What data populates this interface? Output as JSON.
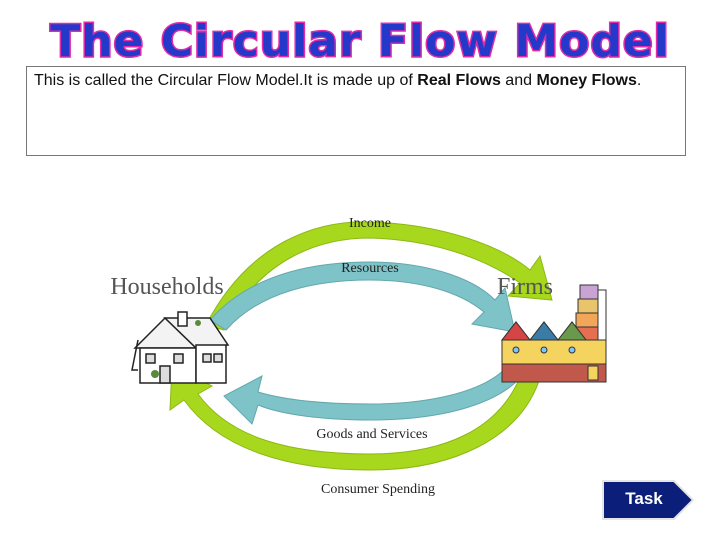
{
  "title": "The Circular Flow Model",
  "description": {
    "before": "This is called the Circular Flow Model.It is made up of ",
    "term1": "Real Flows",
    "middle": " and ",
    "term2": "Money Flows",
    "after": "."
  },
  "diagram": {
    "households": "Households",
    "firms": "Firms",
    "income": "Income",
    "resources": "Resources",
    "goods_services": "Goods and Services",
    "consumer_spending": "Consumer Spending",
    "colors": {
      "money_flow": "#a8d81e",
      "real_flow": "#7ec3c8"
    }
  },
  "task_button": {
    "label": "Task",
    "color": "#0b1f7a"
  }
}
